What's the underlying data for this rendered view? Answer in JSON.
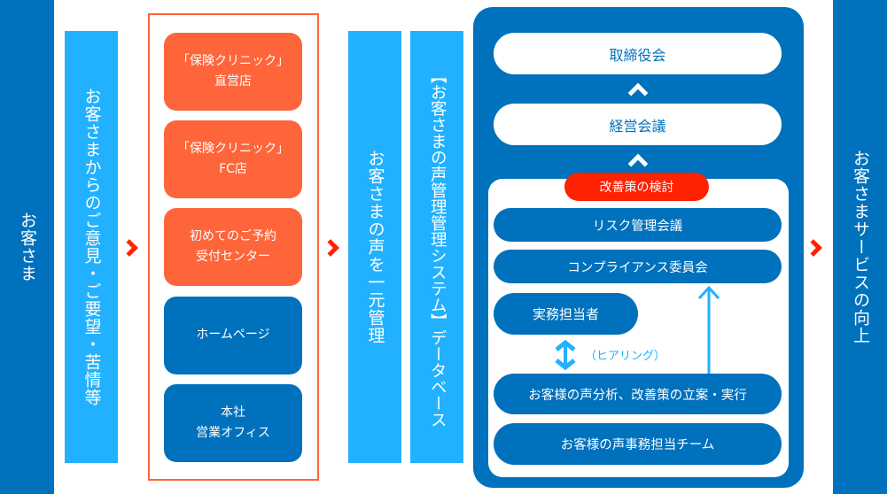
{
  "customer_column": {
    "label": "お客さま"
  },
  "feedback_column": {
    "label": "お客さまからのご意見・ご要望・苦情等"
  },
  "channels": [
    {
      "line1": "「保険クリニック」",
      "line2": "直営店",
      "type": "orange"
    },
    {
      "line1": "「保険クリニック」",
      "line2": "FC店",
      "type": "orange"
    },
    {
      "line1": "初めてのご予約",
      "line2": "受付センター",
      "type": "orange"
    },
    {
      "line1": "ホームページ",
      "line2": "",
      "type": "blue"
    },
    {
      "line1": "本社",
      "line2": "営業オフィス",
      "type": "blue"
    }
  ],
  "unify_column": {
    "label": "お客さまの声を一元管理"
  },
  "database_column": {
    "label": "【お客さまの声管理管理システム】データベース"
  },
  "organization": {
    "board": "取締役会",
    "management_meeting": "経営会議",
    "improvement_badge": "改善策の検討",
    "risk_meeting": "リスク管理会議",
    "compliance_committee": "コンプライアンス委員会",
    "staff": "実務担当者",
    "hearing_label": "（ヒアリング）",
    "analysis": "お客様の声分析、改善策の立案・実行",
    "team": "お客様の声事務担当チーム"
  },
  "result_column": {
    "label": "お客さまサービスの向上"
  },
  "colors": {
    "dark_blue": "#0071bc",
    "light_blue": "#22b1ff",
    "orange": "#ff653a",
    "red": "#ff2200"
  }
}
